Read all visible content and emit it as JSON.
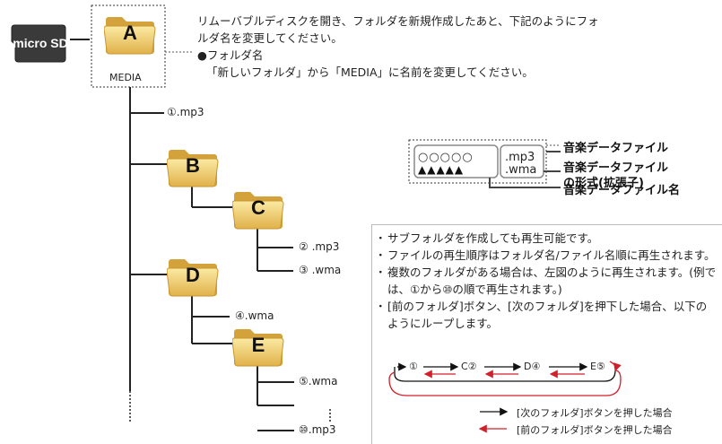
{
  "sd_card": {
    "label": "micro SD",
    "icon": "microsd-card-icon"
  },
  "root_folder": {
    "letter": "A",
    "name": "MEDIA"
  },
  "instructions": {
    "line1": "リムーバブルディスクを開き、フォルダを新規作成したあと、下記のようにフォ",
    "line2": "ルダ名を変更してください。",
    "heading": "●フォルダ名",
    "detail": "「新しいフォルダ」から「MEDIA」に名前を変更してください。"
  },
  "tree": {
    "file_1": "①.mp3",
    "folder_b": "B",
    "folder_c": "C",
    "file_2": "② .mp3",
    "file_3": "③ .wma",
    "folder_d": "D",
    "file_4": "④.wma",
    "folder_e": "E",
    "file_5": "⑤.wma",
    "file_10": "⑩.mp3"
  },
  "legend": {
    "name_symbols": "○○○○○",
    "name_ext": ".mp3",
    "fmt_symbols": "▲▲▲▲▲",
    "fmt_ext": ".wma",
    "label_file": "音楽データファイル",
    "label_format_1": "音楽データファイル",
    "label_format_2": "の形式(拡張子)",
    "label_name": "音楽データファイル名"
  },
  "notes": [
    "サブフォルダを作成しても再生可能です。",
    "ファイルの再生順序はフォルダ名/ファイル名順に再生されます。",
    "複数のフォルダがある場合は、左図のように再生されます。(例では、①から⑩の順で再生されます。)",
    "[前のフォルダ]ボタン、[次のフォルダ]を押下した場合、以下のようにループします。"
  ],
  "loop": {
    "nodes": [
      "①",
      "C②",
      "D④",
      "E⑤"
    ],
    "next_label": "[次のフォルダ]ボタンを押した場合",
    "prev_label": "[前のフォルダ]ボタンを押した場合",
    "next_color": "#111111",
    "prev_color": "#d0202a"
  },
  "colors": {
    "folder_light": "#f7e08a",
    "folder_dark": "#d9a83a",
    "line": "#222222"
  }
}
